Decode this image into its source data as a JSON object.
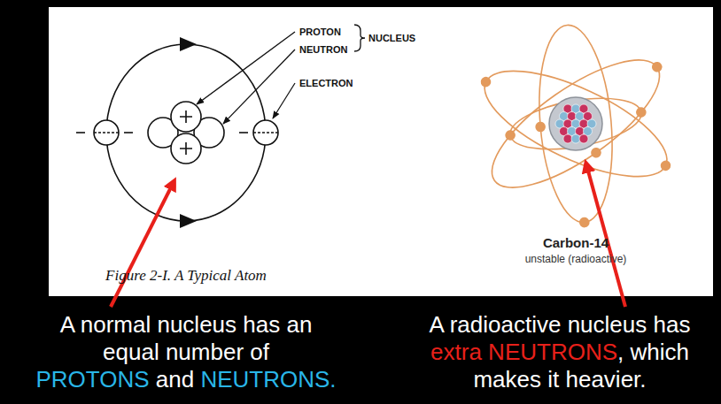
{
  "diagram": {
    "caption": "Figure 2-I. A Typical Atom",
    "labels": [
      "PROTON",
      "NEUTRON",
      "NUCLEUS",
      "ELECTRON",
      "Carbon-14",
      "unstable (radioactive)",
      "A normal nucleus has an equal number of",
      "PROTONS",
      "and",
      "NEUTRONS.",
      "A radioactive nucleus has",
      "extra NEUTRONS",
      ", which makes it heavier."
    ]
  }
}
